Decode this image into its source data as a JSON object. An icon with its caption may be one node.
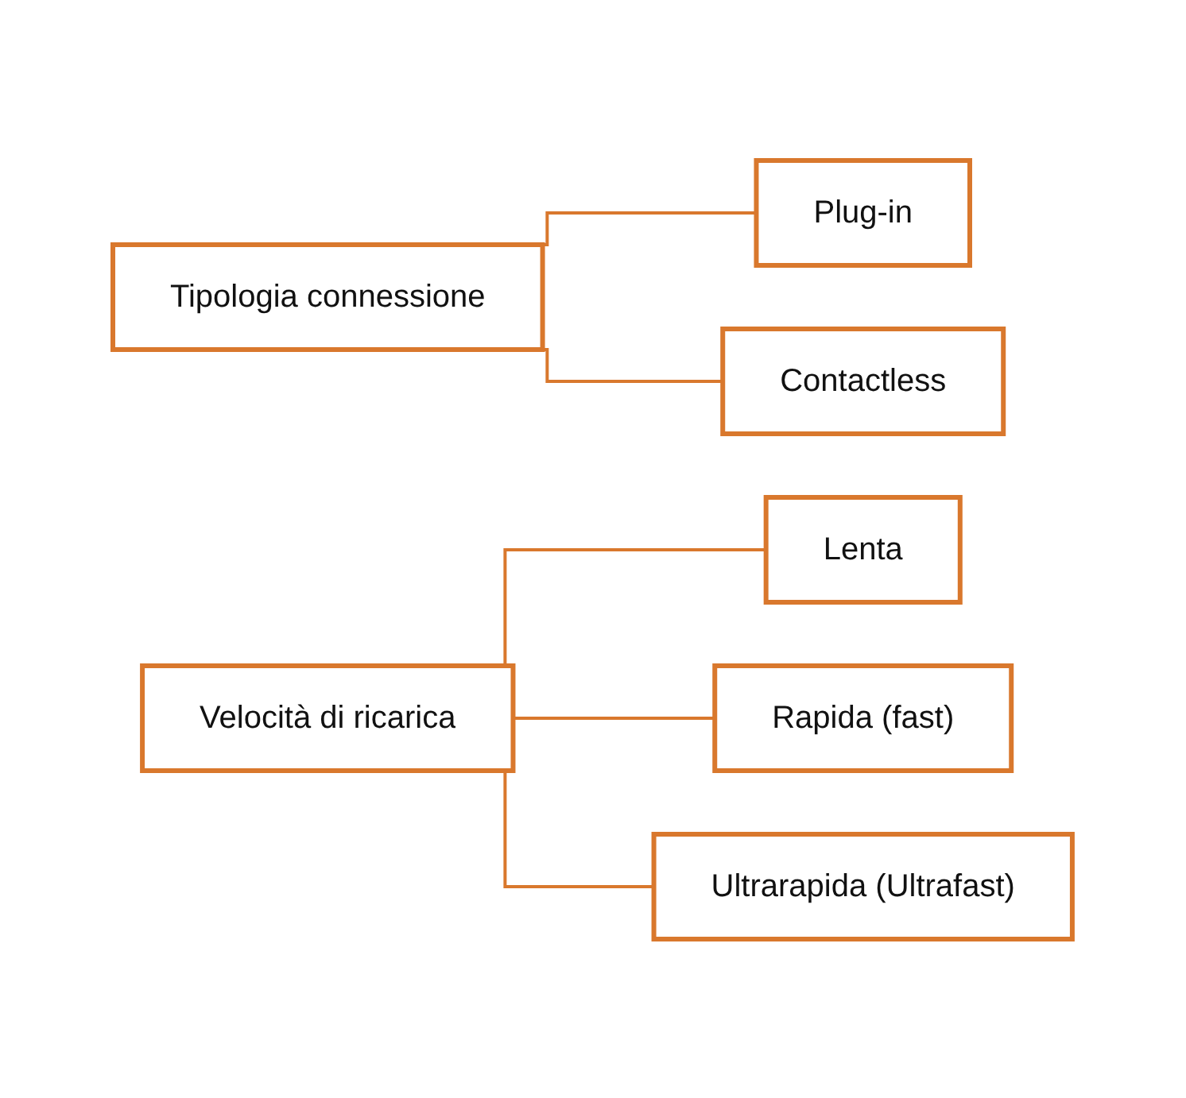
{
  "diagram": {
    "nodes": [
      {
        "text": [
          "Tipologia connessione"
        ]
      },
      {
        "text": [
          "Plug-in"
        ]
      },
      {
        "text": [
          "Contactless"
        ]
      },
      {
        "text": [
          "Velocità di ricarica"
        ]
      },
      {
        "text": [
          "Lenta"
        ]
      },
      {
        "text": [
          "Rapida (fast)"
        ]
      },
      {
        "text": [
          "Ultrarapida (Ultrafast)"
        ]
      }
    ],
    "edges": [
      {
        "from": 0,
        "to": 1,
        "arrow": "none"
      },
      {
        "from": 0,
        "to": 2,
        "arrow": "none"
      },
      {
        "from": 3,
        "to": 4,
        "arrow": "none"
      },
      {
        "from": 3,
        "to": 5,
        "arrow": "none"
      },
      {
        "from": 3,
        "to": 6,
        "arrow": "none"
      }
    ]
  }
}
